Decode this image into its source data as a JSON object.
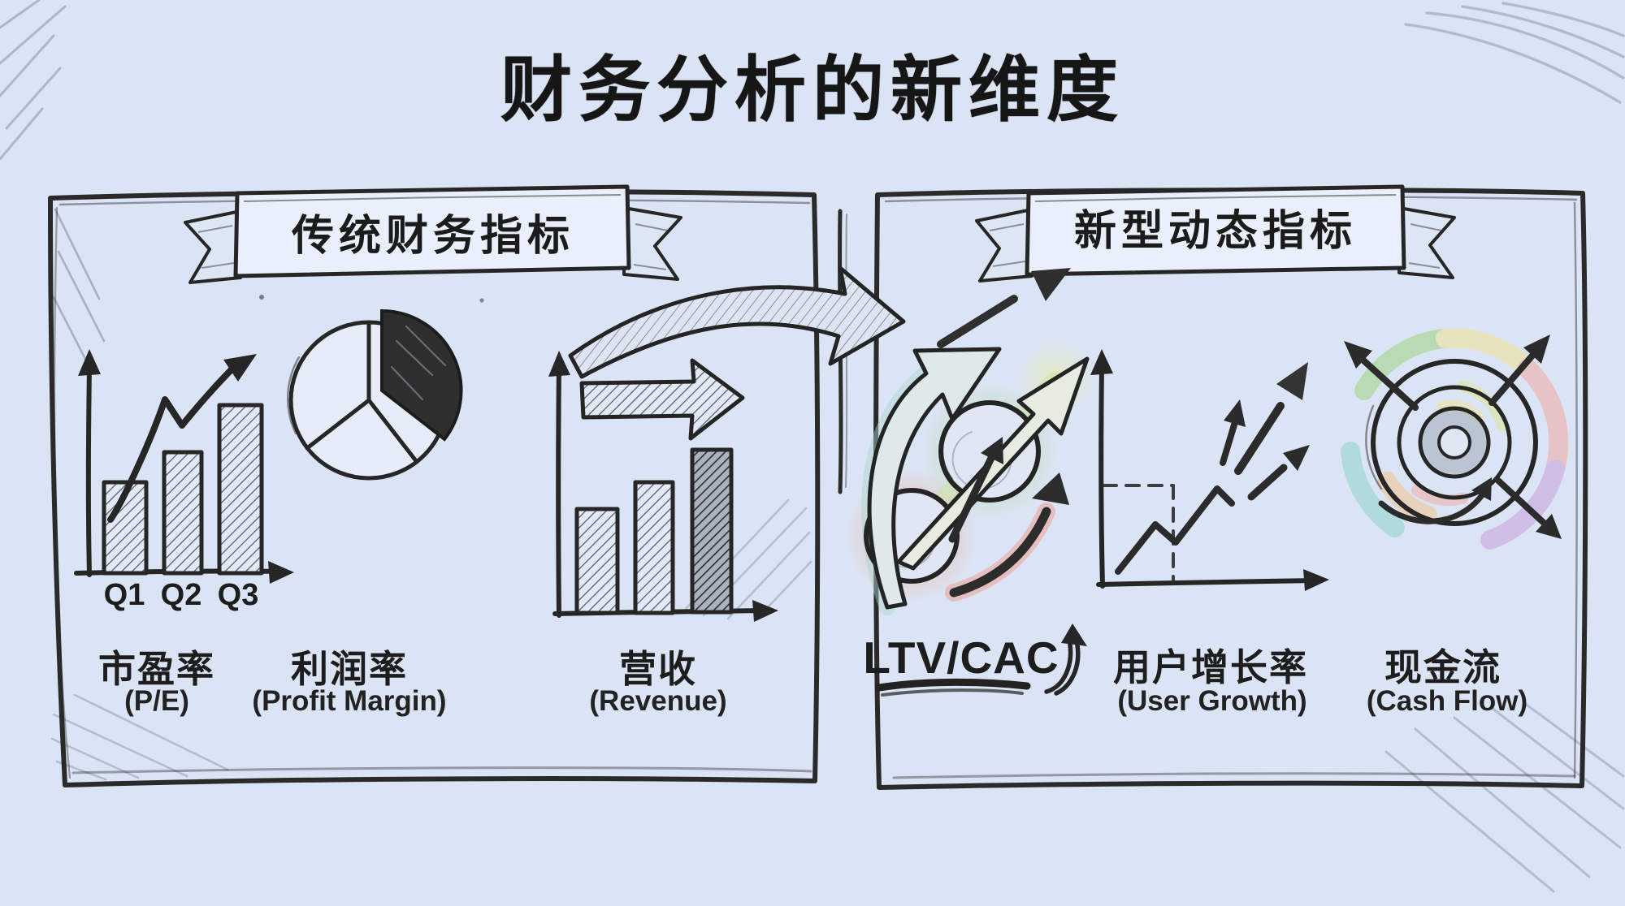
{
  "title": "财务分析的新维度",
  "colors": {
    "background": "#dbe4f4",
    "ink": "#262626",
    "glow_orange": "#f0a078",
    "glow_green": "#a6d98a",
    "glow_teal": "#a8d8cf",
    "glow_red": "#f0988a",
    "ring_green": "#9fd57f",
    "ring_yellow": "#efe391",
    "ring_pink": "#f4a9a0",
    "ring_purple": "#c9a0dc",
    "ring_teal": "#8fd4c8",
    "ring_orange": "#f4c48f"
  },
  "left_panel": {
    "banner": "传统财务指标",
    "pe_chart": {
      "x_labels": [
        "Q1",
        "Q2",
        "Q3"
      ]
    },
    "metrics": [
      {
        "icon": "pe-bar-chart-icon",
        "zh": "市盈率",
        "en": "(P/E)"
      },
      {
        "icon": "pie-chart-icon",
        "zh": "利润率",
        "en": "(Profit Margin)"
      },
      {
        "icon": "revenue-bar-chart-icon",
        "zh": "营收",
        "en": "(Revenue)"
      }
    ]
  },
  "right_panel": {
    "banner": "新型动态指标",
    "metrics": [
      {
        "icon": "ltv-cac-ratio-icon",
        "zh": "LTV/CAC",
        "en": ""
      },
      {
        "icon": "user-growth-chart-icon",
        "zh": "用户增长率",
        "en": "(User Growth)"
      },
      {
        "icon": "cash-flow-target-icon",
        "zh": "现金流",
        "en": "(Cash Flow)"
      }
    ]
  }
}
